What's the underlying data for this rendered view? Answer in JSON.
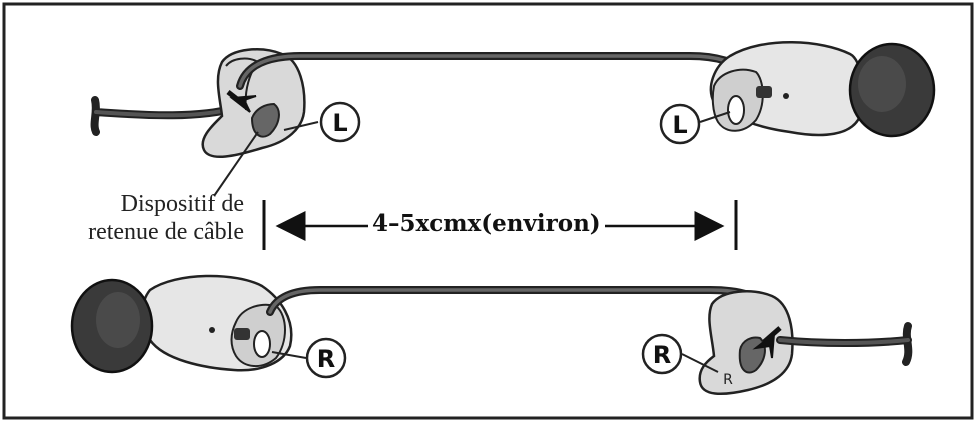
{
  "callout": {
    "line1": "Dispositif de",
    "line2": "retenue de câble"
  },
  "measurement": {
    "label": "4–5xcmx(environ)"
  },
  "markers": {
    "left": "L",
    "right": "R",
    "holder_letter": "R"
  }
}
